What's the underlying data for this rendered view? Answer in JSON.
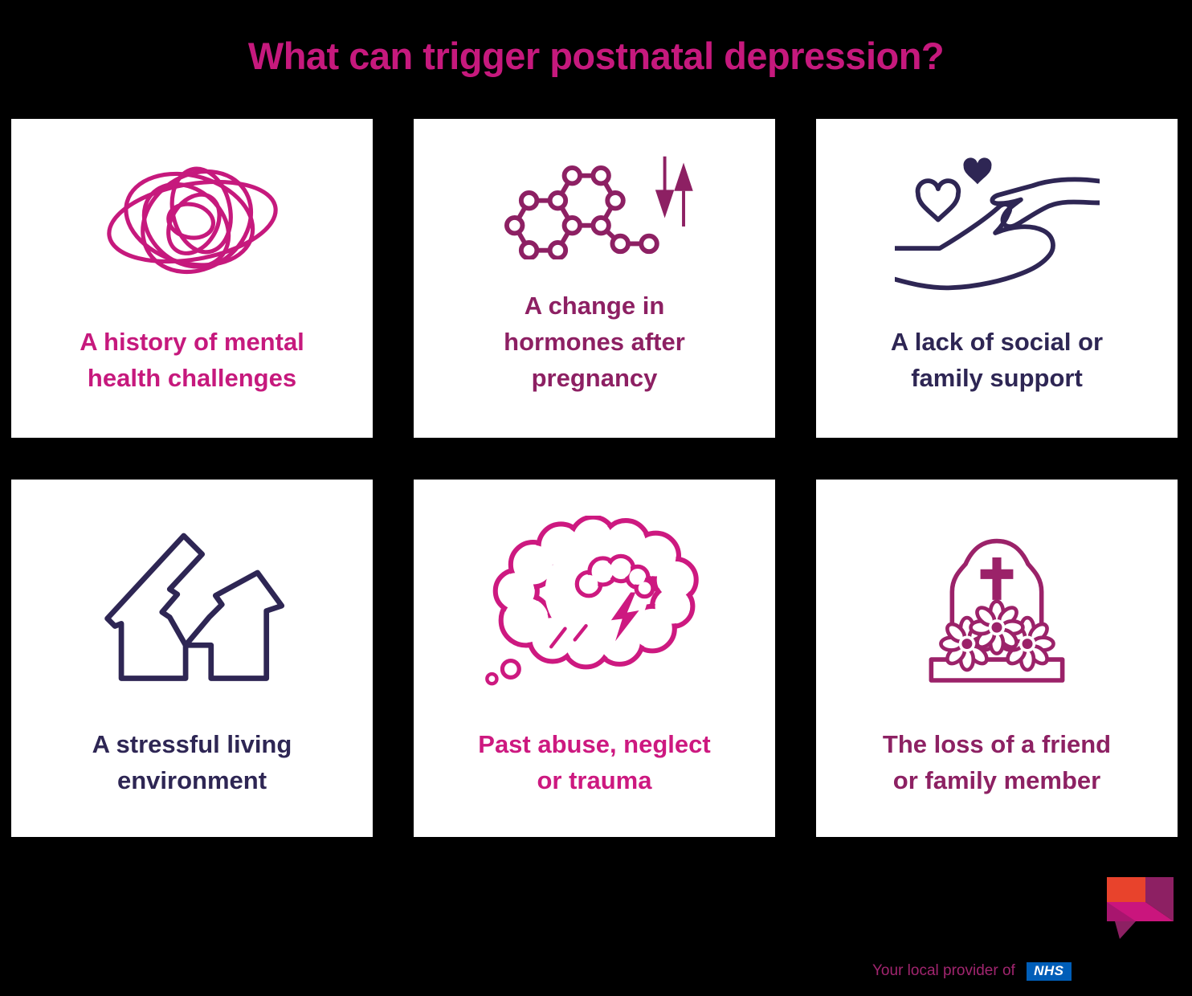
{
  "background": "#000000",
  "card_background": "#ffffff",
  "title": {
    "text": "What can trigger postnatal depression?",
    "color": "#c6197d"
  },
  "cards": [
    {
      "icon": "scribble-icon",
      "label": "A history of mental health challenges",
      "lines": [
        "A history of mental",
        "health challenges"
      ],
      "color": "#c6197d",
      "icon_color": "#c6197d"
    },
    {
      "icon": "hormone-molecule-icon",
      "label": "A change in hormones after pregnancy",
      "lines": [
        "A change in",
        "hormones after",
        "pregnancy"
      ],
      "color": "#8d2063",
      "icon_color": "#8d2063"
    },
    {
      "icon": "hands-hearts-icon",
      "label": "A lack of social or family support",
      "lines": [
        "A lack of social or",
        "family support"
      ],
      "color": "#2e2654",
      "icon_color": "#2e2654"
    },
    {
      "icon": "broken-house-icon",
      "label": "A stressful living environment",
      "lines": [
        "A stressful living",
        "environment"
      ],
      "color": "#2e2654",
      "icon_color": "#2e2654"
    },
    {
      "icon": "storm-thought-cloud-icon",
      "label": "Past abuse, neglect or trauma",
      "lines": [
        "Past abuse, neglect",
        "or trauma"
      ],
      "color": "#cd1980",
      "icon_color": "#cd1980"
    },
    {
      "icon": "gravestone-icon",
      "label": "The loss of a friend or family member",
      "lines": [
        "The loss of a friend",
        "or family member"
      ],
      "color": "#8d2163",
      "icon_color": "#9b2269"
    }
  ],
  "footer": {
    "provider_text": "Your local provider of",
    "provider_color": "#a1256f",
    "nhs": {
      "label": "NHS",
      "bg": "#005eb8",
      "text_color": "#ffffff"
    },
    "logo": {
      "orange": "#e8432c",
      "magenta": "#ca157d",
      "fold": "#a8156e",
      "purple": "#8d2063",
      "tail": "#8d2063"
    }
  }
}
